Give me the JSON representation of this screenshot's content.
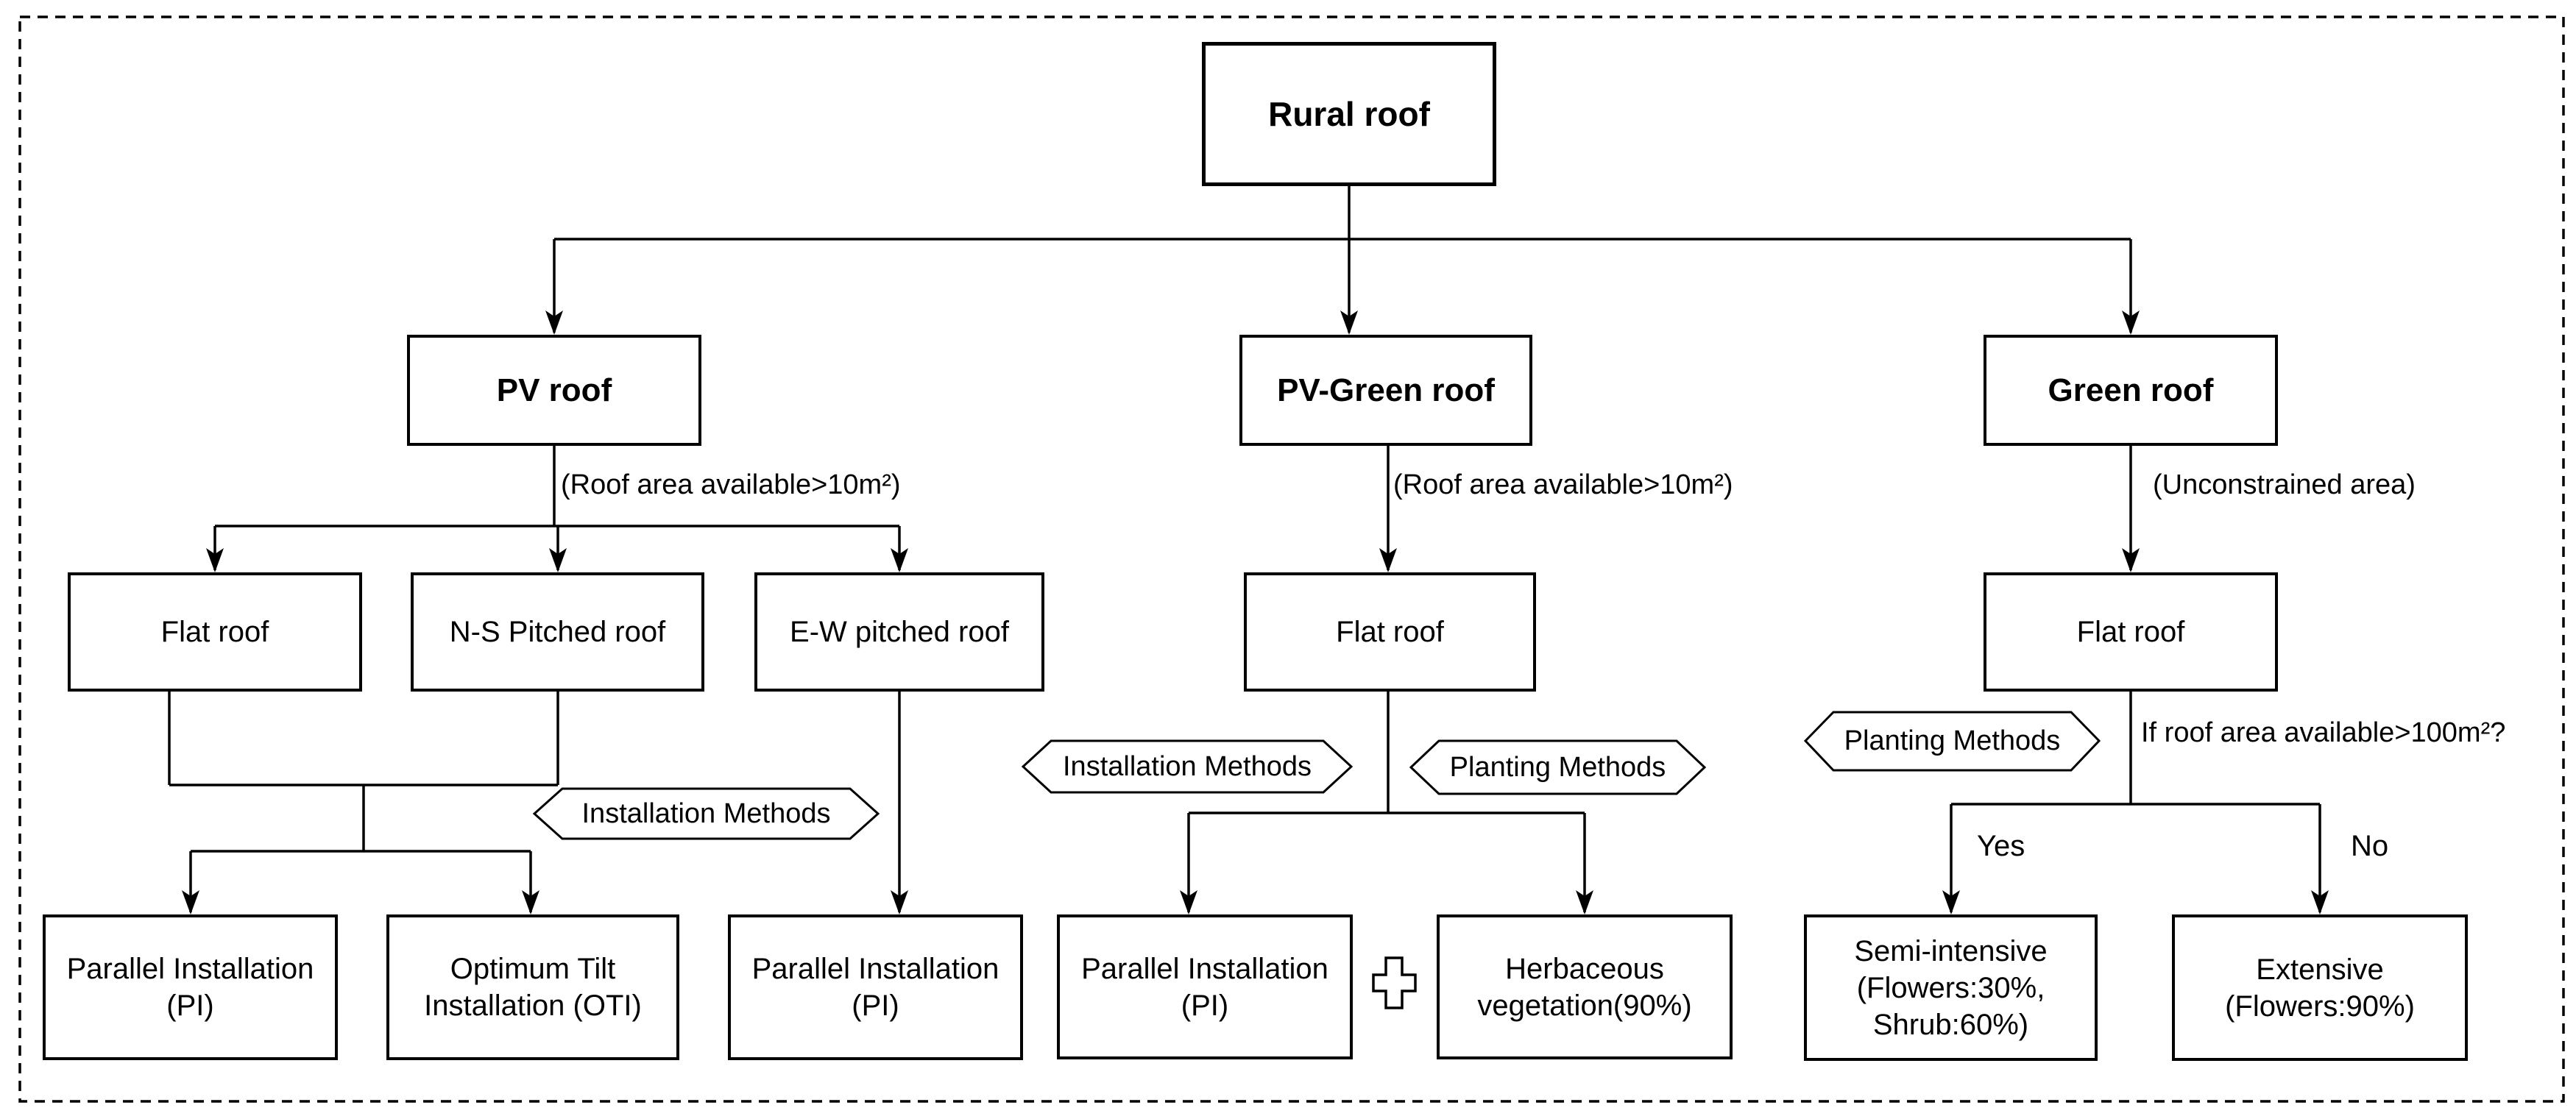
{
  "colors": {
    "line": "#000000",
    "background": "#ffffff",
    "box_fill": "#ffffff"
  },
  "nodes": {
    "rural_roof": {
      "label": "Rural roof"
    },
    "pv_roof": {
      "label": "PV roof"
    },
    "pv_green_roof": {
      "label": "PV-Green roof"
    },
    "green_roof": {
      "label": "Green roof"
    },
    "flat_roof_pv": {
      "label": "Flat roof"
    },
    "ns_pitched_roof": {
      "label": "N-S Pitched roof"
    },
    "ew_pitched_roof": {
      "label": "E-W pitched roof"
    },
    "flat_roof_pv_green": {
      "label": "Flat roof"
    },
    "flat_roof_green": {
      "label": "Flat roof"
    },
    "parallel_installation_flat_ns": {
      "lines": [
        "Parallel Installation",
        "(PI)"
      ]
    },
    "optimum_tilt_installation": {
      "lines": [
        "Optimum Tilt",
        "Installation (OTI)"
      ]
    },
    "parallel_installation_ew": {
      "lines": [
        "Parallel Installation",
        "(PI)"
      ]
    },
    "parallel_installation_pv_green": {
      "lines": [
        "Parallel Installation",
        "(PI)"
      ]
    },
    "herbaceous_vegetation": {
      "lines": [
        "Herbaceous",
        "vegetation(90%)"
      ]
    },
    "semi_intensive": {
      "lines": [
        "Semi-intensive",
        "(Flowers:30%,",
        "Shrub:60%)"
      ]
    },
    "extensive": {
      "lines": [
        "Extensive",
        "(Flowers:90%)"
      ]
    }
  },
  "tags": {
    "installation_methods_pv": "Installation Methods",
    "installation_methods_pv_green": "Installation Methods",
    "planting_methods_pv_green": "Planting Methods",
    "planting_methods_green": "Planting Methods"
  },
  "annotations": {
    "pv_condition": "(Roof area available>10m²)",
    "pv_green_condition": "(Roof area available>10m²)",
    "green_condition": "(Unconstrained area)",
    "area_question": "If roof area available>100m²?",
    "yes_label": "Yes",
    "no_label": "No"
  },
  "icons": {
    "plus_join_icon": "+"
  }
}
